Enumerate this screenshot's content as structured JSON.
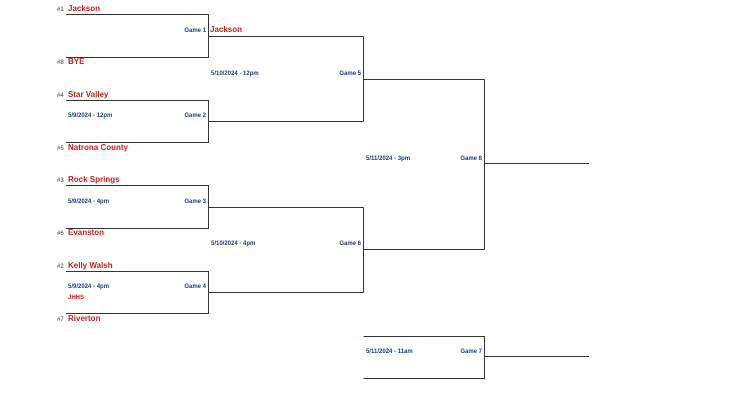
{
  "seeds": {
    "s1": "#1",
    "s8": "#8",
    "s4": "#4",
    "s5": "#5",
    "s3": "#3",
    "s6": "#6",
    "s2": "#2",
    "s7": "#7"
  },
  "teams": {
    "jackson": "Jackson",
    "bye": "BYE",
    "star_valley": "Star Valley",
    "natrona": "Natrona County",
    "rock_springs": "Rock Springs",
    "evanston": "Evanston",
    "kelly_walsh": "Kelly Walsh",
    "riverton": "Riverton"
  },
  "games": {
    "g1": {
      "label": "Game 1",
      "winner": "Jackson"
    },
    "g2": {
      "label": "Game 2",
      "date": "5/9/2024 - 12pm"
    },
    "g3": {
      "label": "Game 3",
      "date": "5/9/2024 - 4pm"
    },
    "g4": {
      "label": "Game 4",
      "date": "5/9/2024 - 4pm",
      "site": "JHHS"
    },
    "g5": {
      "label": "Game 5",
      "date": "5/10/2024 - 12pm"
    },
    "g6": {
      "label": "Game 6",
      "date": "5/10/2024 - 4pm"
    },
    "g8": {
      "label": "Game 8",
      "date": "5/11/2024 - 3pm"
    },
    "g7": {
      "label": "Game 7",
      "date": "5/11/2024 - 11am"
    }
  },
  "colors": {
    "team_text": "#c0231c",
    "game_text": "#1f3f7f",
    "bracket_line": "#333333"
  }
}
